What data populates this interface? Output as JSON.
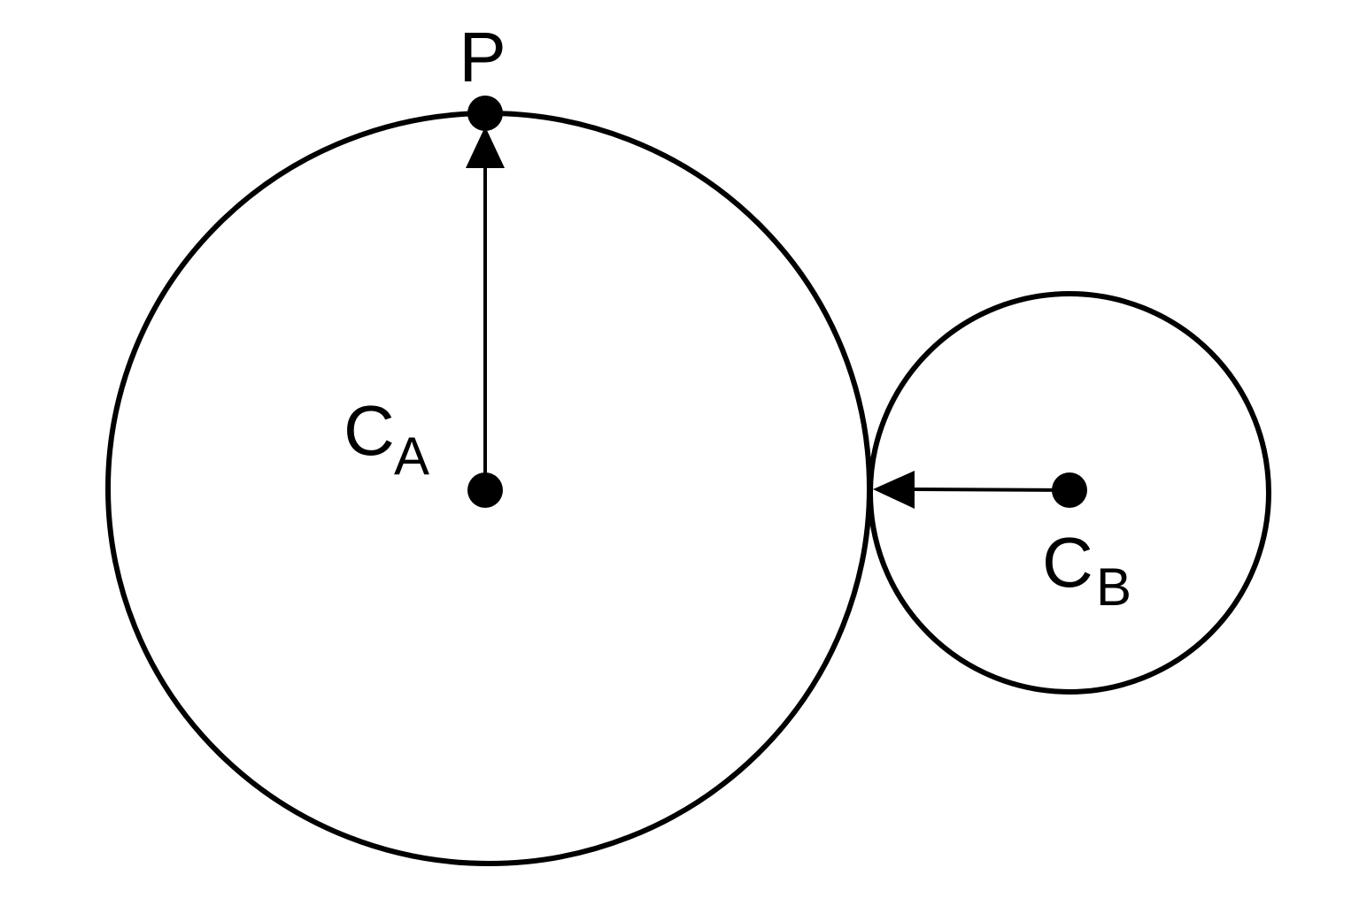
{
  "labels": {
    "point_p": "P",
    "center_a_main": "C",
    "center_a_sub": "A",
    "center_b_main": "C",
    "center_b_sub": "B"
  },
  "colors": {
    "stroke": "#000000",
    "background": "#ffffff"
  }
}
